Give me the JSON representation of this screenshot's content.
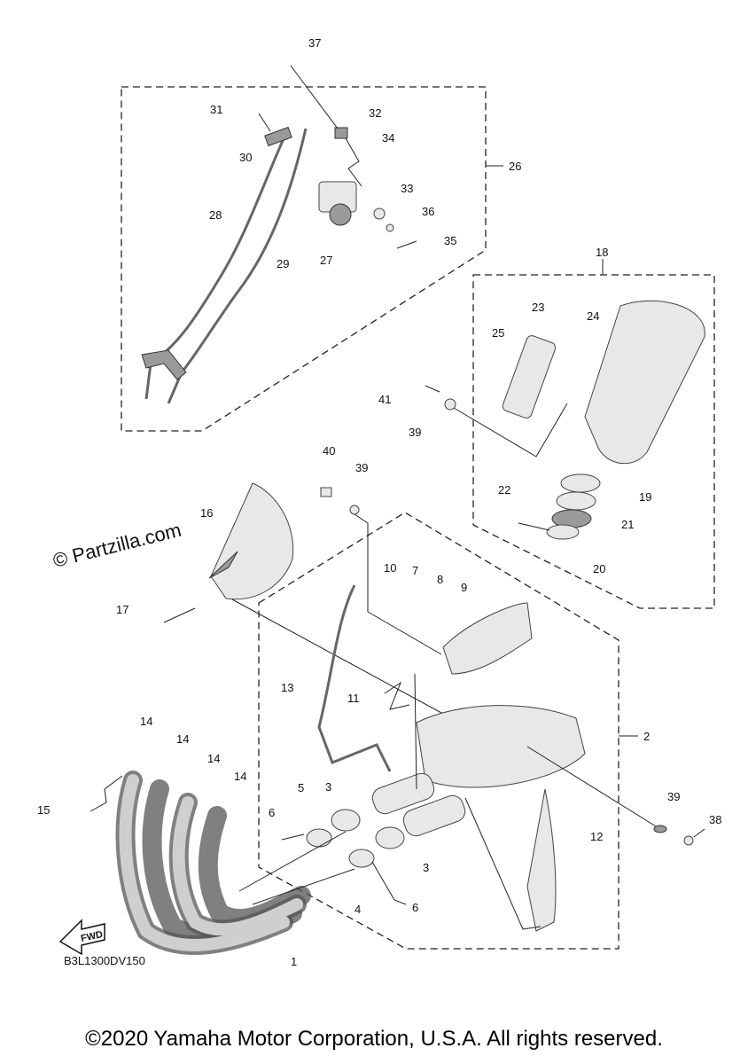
{
  "callouts": [
    "37",
    "31",
    "32",
    "34",
    "30",
    "26",
    "33",
    "28",
    "36",
    "35",
    "27",
    "29",
    "18",
    "23",
    "24",
    "25",
    "41",
    "39",
    "40",
    "39",
    "19",
    "22",
    "21",
    "20",
    "16",
    "17",
    "10",
    "7",
    "8",
    "9",
    "13",
    "11",
    "2",
    "14",
    "14",
    "14",
    "14",
    "15",
    "3",
    "5",
    "6",
    "3",
    "4",
    "6",
    "12",
    "39",
    "38",
    "1"
  ],
  "watermark": "© Partzilla.com",
  "diagram_code": "B3L1300DV150",
  "fwd_label": "FWD",
  "copyright": "©2020 Yamaha Motor Corporation, U.S.A. All rights reserved."
}
